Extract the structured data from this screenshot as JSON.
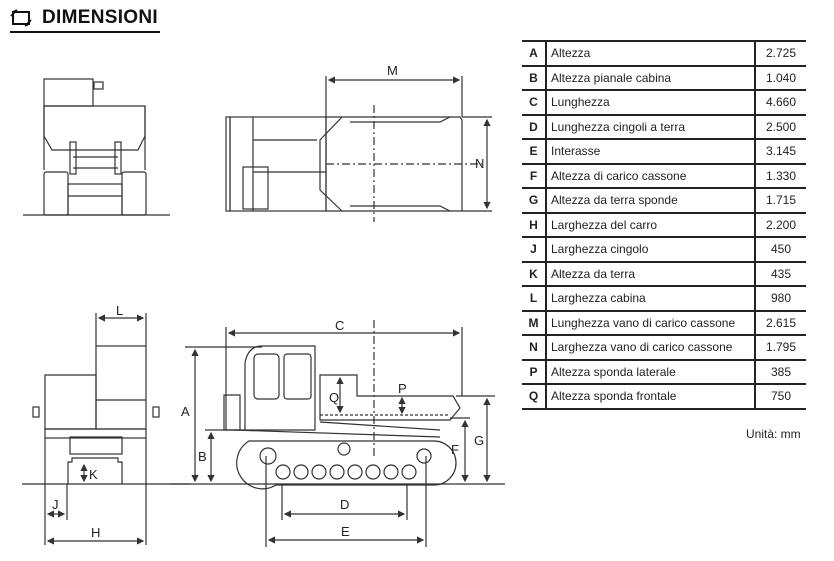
{
  "header": {
    "icon": "dimensions-icon",
    "title": "DIMENSIONI"
  },
  "drawings": {
    "labels": {
      "A": "A",
      "B": "B",
      "C": "C",
      "D": "D",
      "E": "E",
      "F": "F",
      "G": "G",
      "H": "H",
      "J": "J",
      "K": "K",
      "L": "L",
      "M": "M",
      "N": "N",
      "P": "P",
      "Q": "Q"
    }
  },
  "spec_table": {
    "rows": [
      {
        "key": "A",
        "description": "Altezza",
        "value": "2.725"
      },
      {
        "key": "B",
        "description": "Altezza pianale cabina",
        "value": "1.040"
      },
      {
        "key": "C",
        "description": "Lunghezza",
        "value": "4.660"
      },
      {
        "key": "D",
        "description": "Lunghezza cingoli a terra",
        "value": "2.500"
      },
      {
        "key": "E",
        "description": "Interasse",
        "value": "3.145"
      },
      {
        "key": "F",
        "description": "Altezza di carico cassone",
        "value": "1.330"
      },
      {
        "key": "G",
        "description": "Altezza da terra sponde",
        "value": "1.715"
      },
      {
        "key": "H",
        "description": "Larghezza del carro",
        "value": "2.200"
      },
      {
        "key": "J",
        "description": "Larghezza cingolo",
        "value": "450"
      },
      {
        "key": "K",
        "description": "Altezza da terra",
        "value": "435"
      },
      {
        "key": "L",
        "description": "Larghezza cabina",
        "value": "980"
      },
      {
        "key": "M",
        "description": "Lunghezza vano di carico cassone",
        "value": "2.615"
      },
      {
        "key": "N",
        "description": "Larghezza vano di carico cassone",
        "value": "1.795"
      },
      {
        "key": "P",
        "description": "Altezza sponda laterale",
        "value": "385"
      },
      {
        "key": "Q",
        "description": "Altezza sponda frontale",
        "value": "750"
      }
    ],
    "unit": "Unità: mm"
  }
}
